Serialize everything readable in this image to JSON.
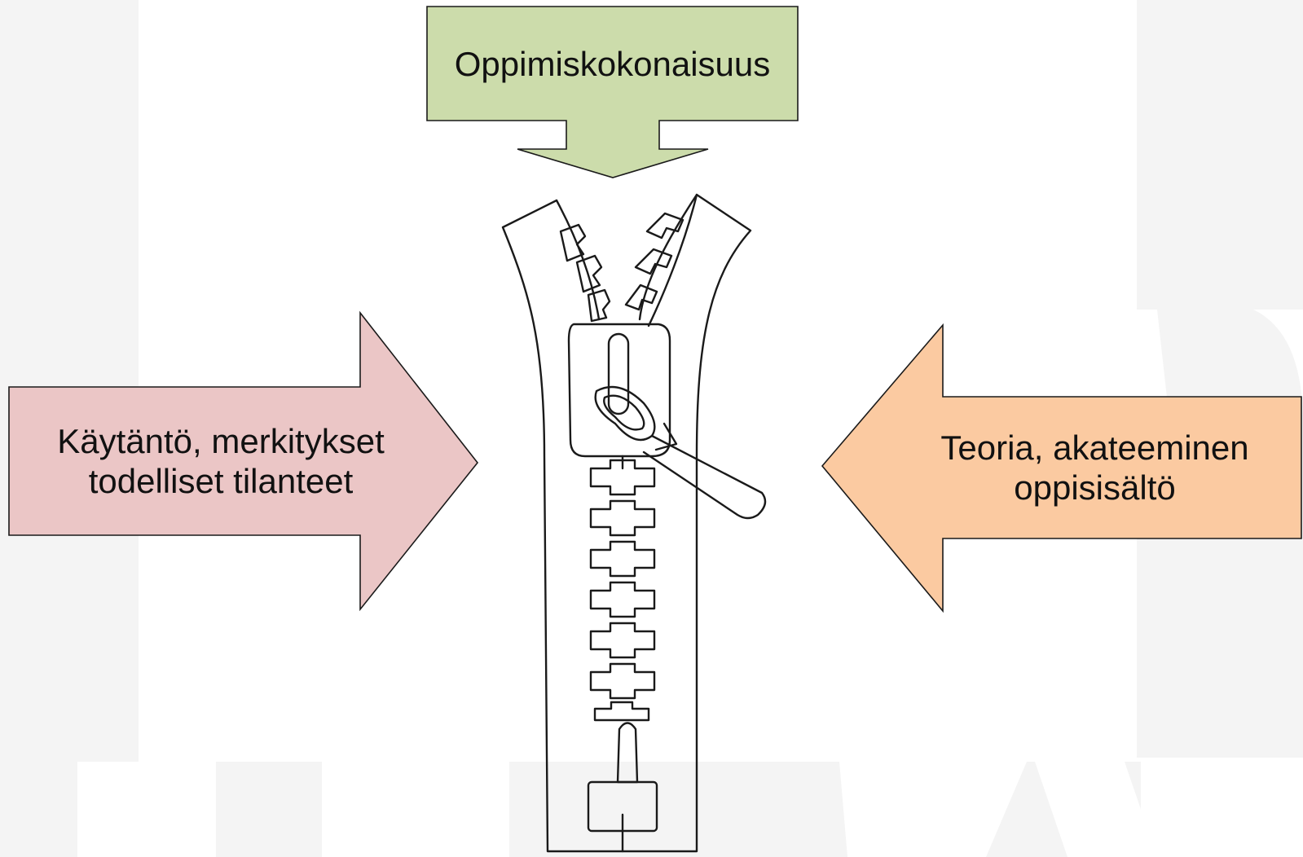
{
  "diagram": {
    "top_arrow": {
      "label": "Oppimiskokonaisuus",
      "fill": "#ccdcab"
    },
    "left_arrow": {
      "line1": "Käytäntö, merkitykset",
      "line2": "todelliset tilanteet",
      "fill": "#ebc6c6"
    },
    "right_arrow": {
      "line1": "Teoria, akateeminen",
      "line2": "oppisisältö",
      "fill": "#fbcaa1"
    },
    "center_image": "zipper-icon",
    "background_watermark_color": "#f4f4f4"
  }
}
